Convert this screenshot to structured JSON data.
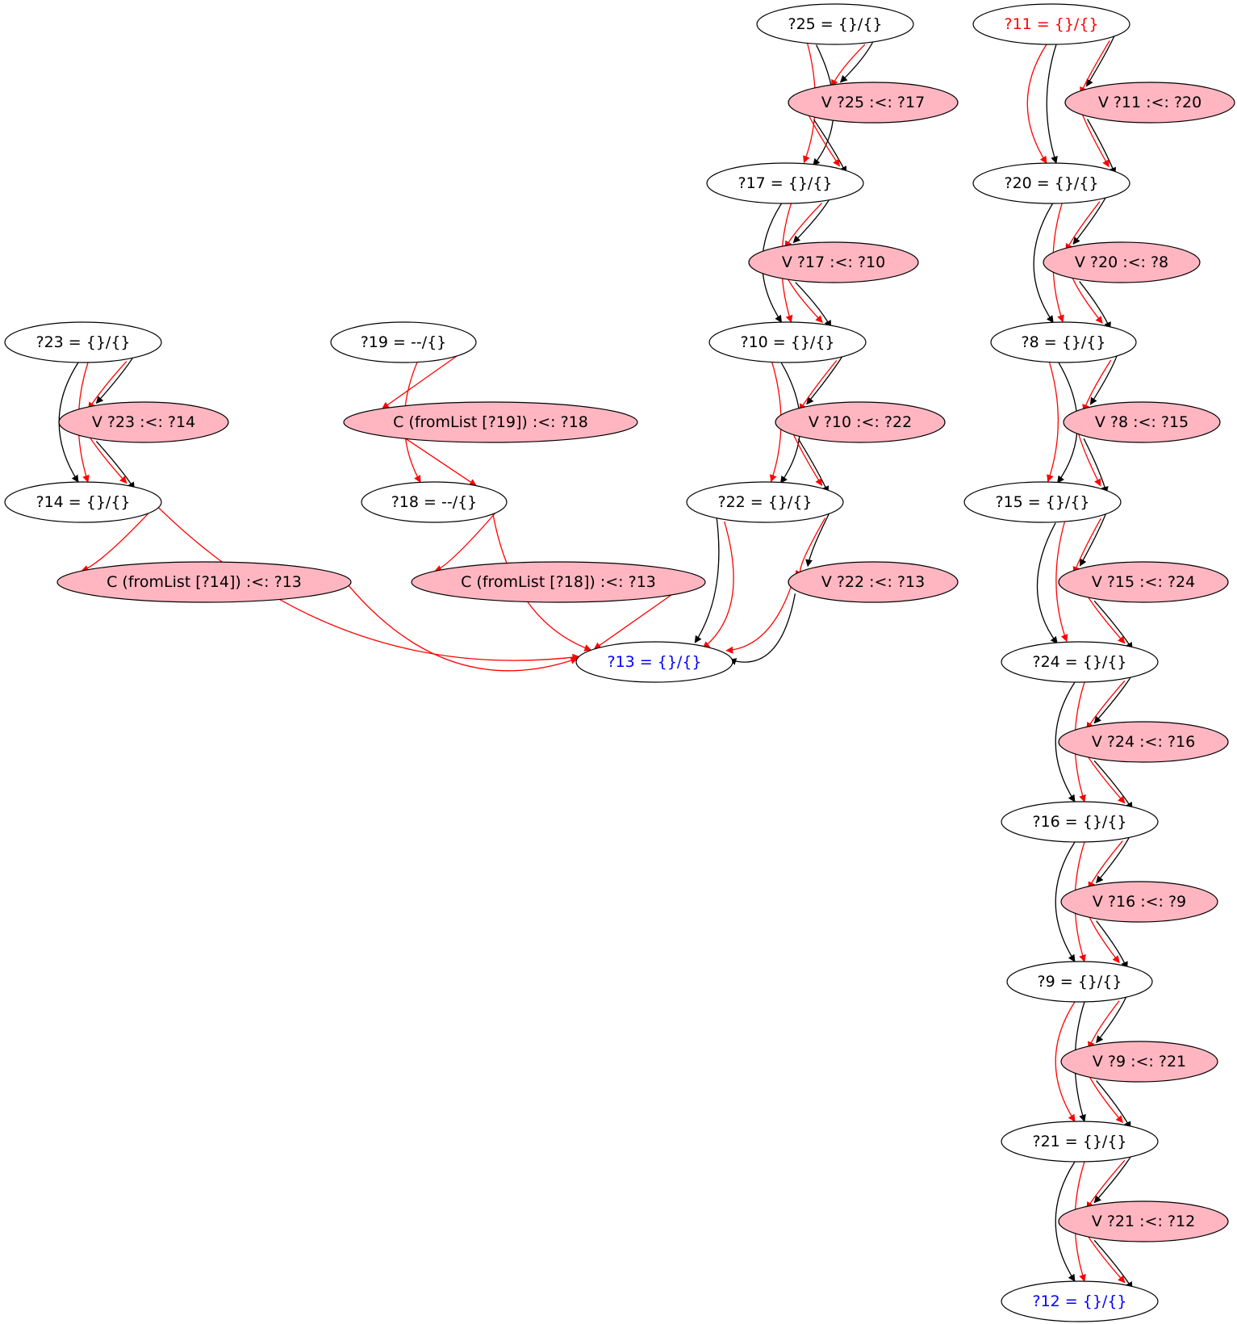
{
  "colors": {
    "black": "#000000",
    "red": "#ff0000",
    "blue": "#0000ff",
    "constraint_fill": "#ffb6c1",
    "variable_fill": "#ffffff"
  },
  "nodes": {
    "n25": {
      "label": "?25 = {}/{}",
      "kind": "variable",
      "text_color": "black"
    },
    "c25_17": {
      "label": "V ?25 :<: ?17",
      "kind": "constraint",
      "text_color": "black"
    },
    "n17": {
      "label": "?17 = {}/{}",
      "kind": "variable",
      "text_color": "black"
    },
    "c17_10": {
      "label": "V ?17 :<: ?10",
      "kind": "constraint",
      "text_color": "black"
    },
    "n10": {
      "label": "?10 = {}/{}",
      "kind": "variable",
      "text_color": "black"
    },
    "c10_22": {
      "label": "V ?10 :<: ?22",
      "kind": "constraint",
      "text_color": "black"
    },
    "n22": {
      "label": "?22 = {}/{}",
      "kind": "variable",
      "text_color": "black"
    },
    "c22_13": {
      "label": "V ?22 :<: ?13",
      "kind": "constraint",
      "text_color": "black"
    },
    "n13": {
      "label": "?13 = {}/{}",
      "kind": "variable",
      "text_color": "blue"
    },
    "n23": {
      "label": "?23 = {}/{}",
      "kind": "variable",
      "text_color": "black"
    },
    "c23_14": {
      "label": "V ?23 :<: ?14",
      "kind": "constraint",
      "text_color": "black"
    },
    "n14": {
      "label": "?14 = {}/{}",
      "kind": "variable",
      "text_color": "black"
    },
    "cf14_13": {
      "label": "C (fromList [?14]) :<: ?13",
      "kind": "constraint",
      "text_color": "black"
    },
    "n19": {
      "label": "?19 = --/{}",
      "kind": "variable",
      "text_color": "black"
    },
    "cf19_18": {
      "label": "C (fromList [?19]) :<: ?18",
      "kind": "constraint",
      "text_color": "black"
    },
    "n18": {
      "label": "?18 = --/{}",
      "kind": "variable",
      "text_color": "black"
    },
    "cf18_13": {
      "label": "C (fromList [?18]) :<: ?13",
      "kind": "constraint",
      "text_color": "black"
    },
    "n11": {
      "label": "?11 = {}/{}",
      "kind": "variable",
      "text_color": "red"
    },
    "c11_20": {
      "label": "V ?11 :<: ?20",
      "kind": "constraint",
      "text_color": "black"
    },
    "n20": {
      "label": "?20 = {}/{}",
      "kind": "variable",
      "text_color": "black"
    },
    "c20_8": {
      "label": "V ?20 :<: ?8",
      "kind": "constraint",
      "text_color": "black"
    },
    "n8": {
      "label": "?8 = {}/{}",
      "kind": "variable",
      "text_color": "black"
    },
    "c8_15": {
      "label": "V ?8 :<: ?15",
      "kind": "constraint",
      "text_color": "black"
    },
    "n15": {
      "label": "?15 = {}/{}",
      "kind": "variable",
      "text_color": "black"
    },
    "c15_24": {
      "label": "V ?15 :<: ?24",
      "kind": "constraint",
      "text_color": "black"
    },
    "n24": {
      "label": "?24 = {}/{}",
      "kind": "variable",
      "text_color": "black"
    },
    "c24_16": {
      "label": "V ?24 :<: ?16",
      "kind": "constraint",
      "text_color": "black"
    },
    "n16": {
      "label": "?16 = {}/{}",
      "kind": "variable",
      "text_color": "black"
    },
    "c16_9": {
      "label": "V ?16 :<: ?9",
      "kind": "constraint",
      "text_color": "black"
    },
    "n9": {
      "label": "?9 = {}/{}",
      "kind": "variable",
      "text_color": "black"
    },
    "c9_21": {
      "label": "V ?9 :<: ?21",
      "kind": "constraint",
      "text_color": "black"
    },
    "n21": {
      "label": "?21 = {}/{}",
      "kind": "variable",
      "text_color": "black"
    },
    "c21_12": {
      "label": "V ?21 :<: ?12",
      "kind": "constraint",
      "text_color": "black"
    },
    "n12": {
      "label": "?12 = {}/{}",
      "kind": "variable",
      "text_color": "blue"
    }
  },
  "edges": [
    {
      "from": "n25",
      "to": "n17",
      "color": "black"
    },
    {
      "from": "n25",
      "to": "n17",
      "color": "red"
    },
    {
      "from": "n25",
      "to": "c25_17",
      "color": "black"
    },
    {
      "from": "n25",
      "to": "c25_17",
      "color": "red"
    },
    {
      "from": "c25_17",
      "to": "n17",
      "color": "black"
    },
    {
      "from": "c25_17",
      "to": "n17",
      "color": "red"
    },
    {
      "from": "n17",
      "to": "n10",
      "color": "red"
    },
    {
      "from": "n17",
      "to": "n10",
      "color": "black"
    },
    {
      "from": "n17",
      "to": "c17_10",
      "color": "black"
    },
    {
      "from": "n17",
      "to": "c17_10",
      "color": "red"
    },
    {
      "from": "c17_10",
      "to": "n10",
      "color": "black"
    },
    {
      "from": "c17_10",
      "to": "n10",
      "color": "red"
    },
    {
      "from": "n10",
      "to": "n22",
      "color": "black"
    },
    {
      "from": "n10",
      "to": "n22",
      "color": "red"
    },
    {
      "from": "n10",
      "to": "c10_22",
      "color": "black"
    },
    {
      "from": "n10",
      "to": "c10_22",
      "color": "red"
    },
    {
      "from": "c10_22",
      "to": "n22",
      "color": "black"
    },
    {
      "from": "c10_22",
      "to": "n22",
      "color": "red"
    },
    {
      "from": "n22",
      "to": "n13",
      "color": "red"
    },
    {
      "from": "n22",
      "to": "n13",
      "color": "black"
    },
    {
      "from": "n22",
      "to": "c22_13",
      "color": "black"
    },
    {
      "from": "n22",
      "to": "c22_13",
      "color": "red"
    },
    {
      "from": "c22_13",
      "to": "n13",
      "color": "black"
    },
    {
      "from": "c22_13",
      "to": "n13",
      "color": "red"
    },
    {
      "from": "n23",
      "to": "n14",
      "color": "red"
    },
    {
      "from": "n23",
      "to": "n14",
      "color": "black"
    },
    {
      "from": "n23",
      "to": "c23_14",
      "color": "black"
    },
    {
      "from": "n23",
      "to": "c23_14",
      "color": "red"
    },
    {
      "from": "c23_14",
      "to": "n14",
      "color": "black"
    },
    {
      "from": "c23_14",
      "to": "n14",
      "color": "red"
    },
    {
      "from": "n14",
      "to": "cf14_13",
      "color": "red"
    },
    {
      "from": "n14",
      "to": "n13",
      "color": "red"
    },
    {
      "from": "cf14_13",
      "to": "n13",
      "color": "red"
    },
    {
      "from": "n19",
      "to": "cf19_18",
      "color": "red"
    },
    {
      "from": "n19",
      "to": "n18",
      "color": "red"
    },
    {
      "from": "cf19_18",
      "to": "n18",
      "color": "red"
    },
    {
      "from": "n18",
      "to": "cf18_13",
      "color": "red"
    },
    {
      "from": "n18",
      "to": "n13",
      "color": "red"
    },
    {
      "from": "cf18_13",
      "to": "n13",
      "color": "red"
    },
    {
      "from": "n11",
      "to": "n20",
      "color": "black"
    },
    {
      "from": "n11",
      "to": "n20",
      "color": "red"
    },
    {
      "from": "n11",
      "to": "c11_20",
      "color": "black"
    },
    {
      "from": "n11",
      "to": "c11_20",
      "color": "red"
    },
    {
      "from": "c11_20",
      "to": "n20",
      "color": "black"
    },
    {
      "from": "c11_20",
      "to": "n20",
      "color": "red"
    },
    {
      "from": "n20",
      "to": "n8",
      "color": "red"
    },
    {
      "from": "n20",
      "to": "n8",
      "color": "black"
    },
    {
      "from": "n20",
      "to": "c20_8",
      "color": "black"
    },
    {
      "from": "n20",
      "to": "c20_8",
      "color": "red"
    },
    {
      "from": "c20_8",
      "to": "n8",
      "color": "black"
    },
    {
      "from": "c20_8",
      "to": "n8",
      "color": "red"
    },
    {
      "from": "n8",
      "to": "n15",
      "color": "black"
    },
    {
      "from": "n8",
      "to": "n15",
      "color": "red"
    },
    {
      "from": "n8",
      "to": "c8_15",
      "color": "black"
    },
    {
      "from": "n8",
      "to": "c8_15",
      "color": "red"
    },
    {
      "from": "c8_15",
      "to": "n15",
      "color": "black"
    },
    {
      "from": "c8_15",
      "to": "n15",
      "color": "red"
    },
    {
      "from": "n15",
      "to": "n24",
      "color": "red"
    },
    {
      "from": "n15",
      "to": "n24",
      "color": "black"
    },
    {
      "from": "n15",
      "to": "c15_24",
      "color": "black"
    },
    {
      "from": "n15",
      "to": "c15_24",
      "color": "red"
    },
    {
      "from": "c15_24",
      "to": "n24",
      "color": "black"
    },
    {
      "from": "c15_24",
      "to": "n24",
      "color": "red"
    },
    {
      "from": "n24",
      "to": "n16",
      "color": "red"
    },
    {
      "from": "n24",
      "to": "n16",
      "color": "black"
    },
    {
      "from": "n24",
      "to": "c24_16",
      "color": "black"
    },
    {
      "from": "n24",
      "to": "c24_16",
      "color": "red"
    },
    {
      "from": "c24_16",
      "to": "n16",
      "color": "black"
    },
    {
      "from": "c24_16",
      "to": "n16",
      "color": "red"
    },
    {
      "from": "n16",
      "to": "n9",
      "color": "red"
    },
    {
      "from": "n16",
      "to": "n9",
      "color": "black"
    },
    {
      "from": "n16",
      "to": "c16_9",
      "color": "black"
    },
    {
      "from": "n16",
      "to": "c16_9",
      "color": "red"
    },
    {
      "from": "c16_9",
      "to": "n9",
      "color": "black"
    },
    {
      "from": "c16_9",
      "to": "n9",
      "color": "red"
    },
    {
      "from": "n9",
      "to": "n21",
      "color": "black"
    },
    {
      "from": "n9",
      "to": "n21",
      "color": "red"
    },
    {
      "from": "n9",
      "to": "c9_21",
      "color": "black"
    },
    {
      "from": "n9",
      "to": "c9_21",
      "color": "red"
    },
    {
      "from": "c9_21",
      "to": "n21",
      "color": "black"
    },
    {
      "from": "c9_21",
      "to": "n21",
      "color": "red"
    },
    {
      "from": "n21",
      "to": "n12",
      "color": "red"
    },
    {
      "from": "n21",
      "to": "n12",
      "color": "black"
    },
    {
      "from": "n21",
      "to": "c21_12",
      "color": "black"
    },
    {
      "from": "n21",
      "to": "c21_12",
      "color": "red"
    },
    {
      "from": "c21_12",
      "to": "n12",
      "color": "black"
    },
    {
      "from": "c21_12",
      "to": "n12",
      "color": "red"
    }
  ]
}
